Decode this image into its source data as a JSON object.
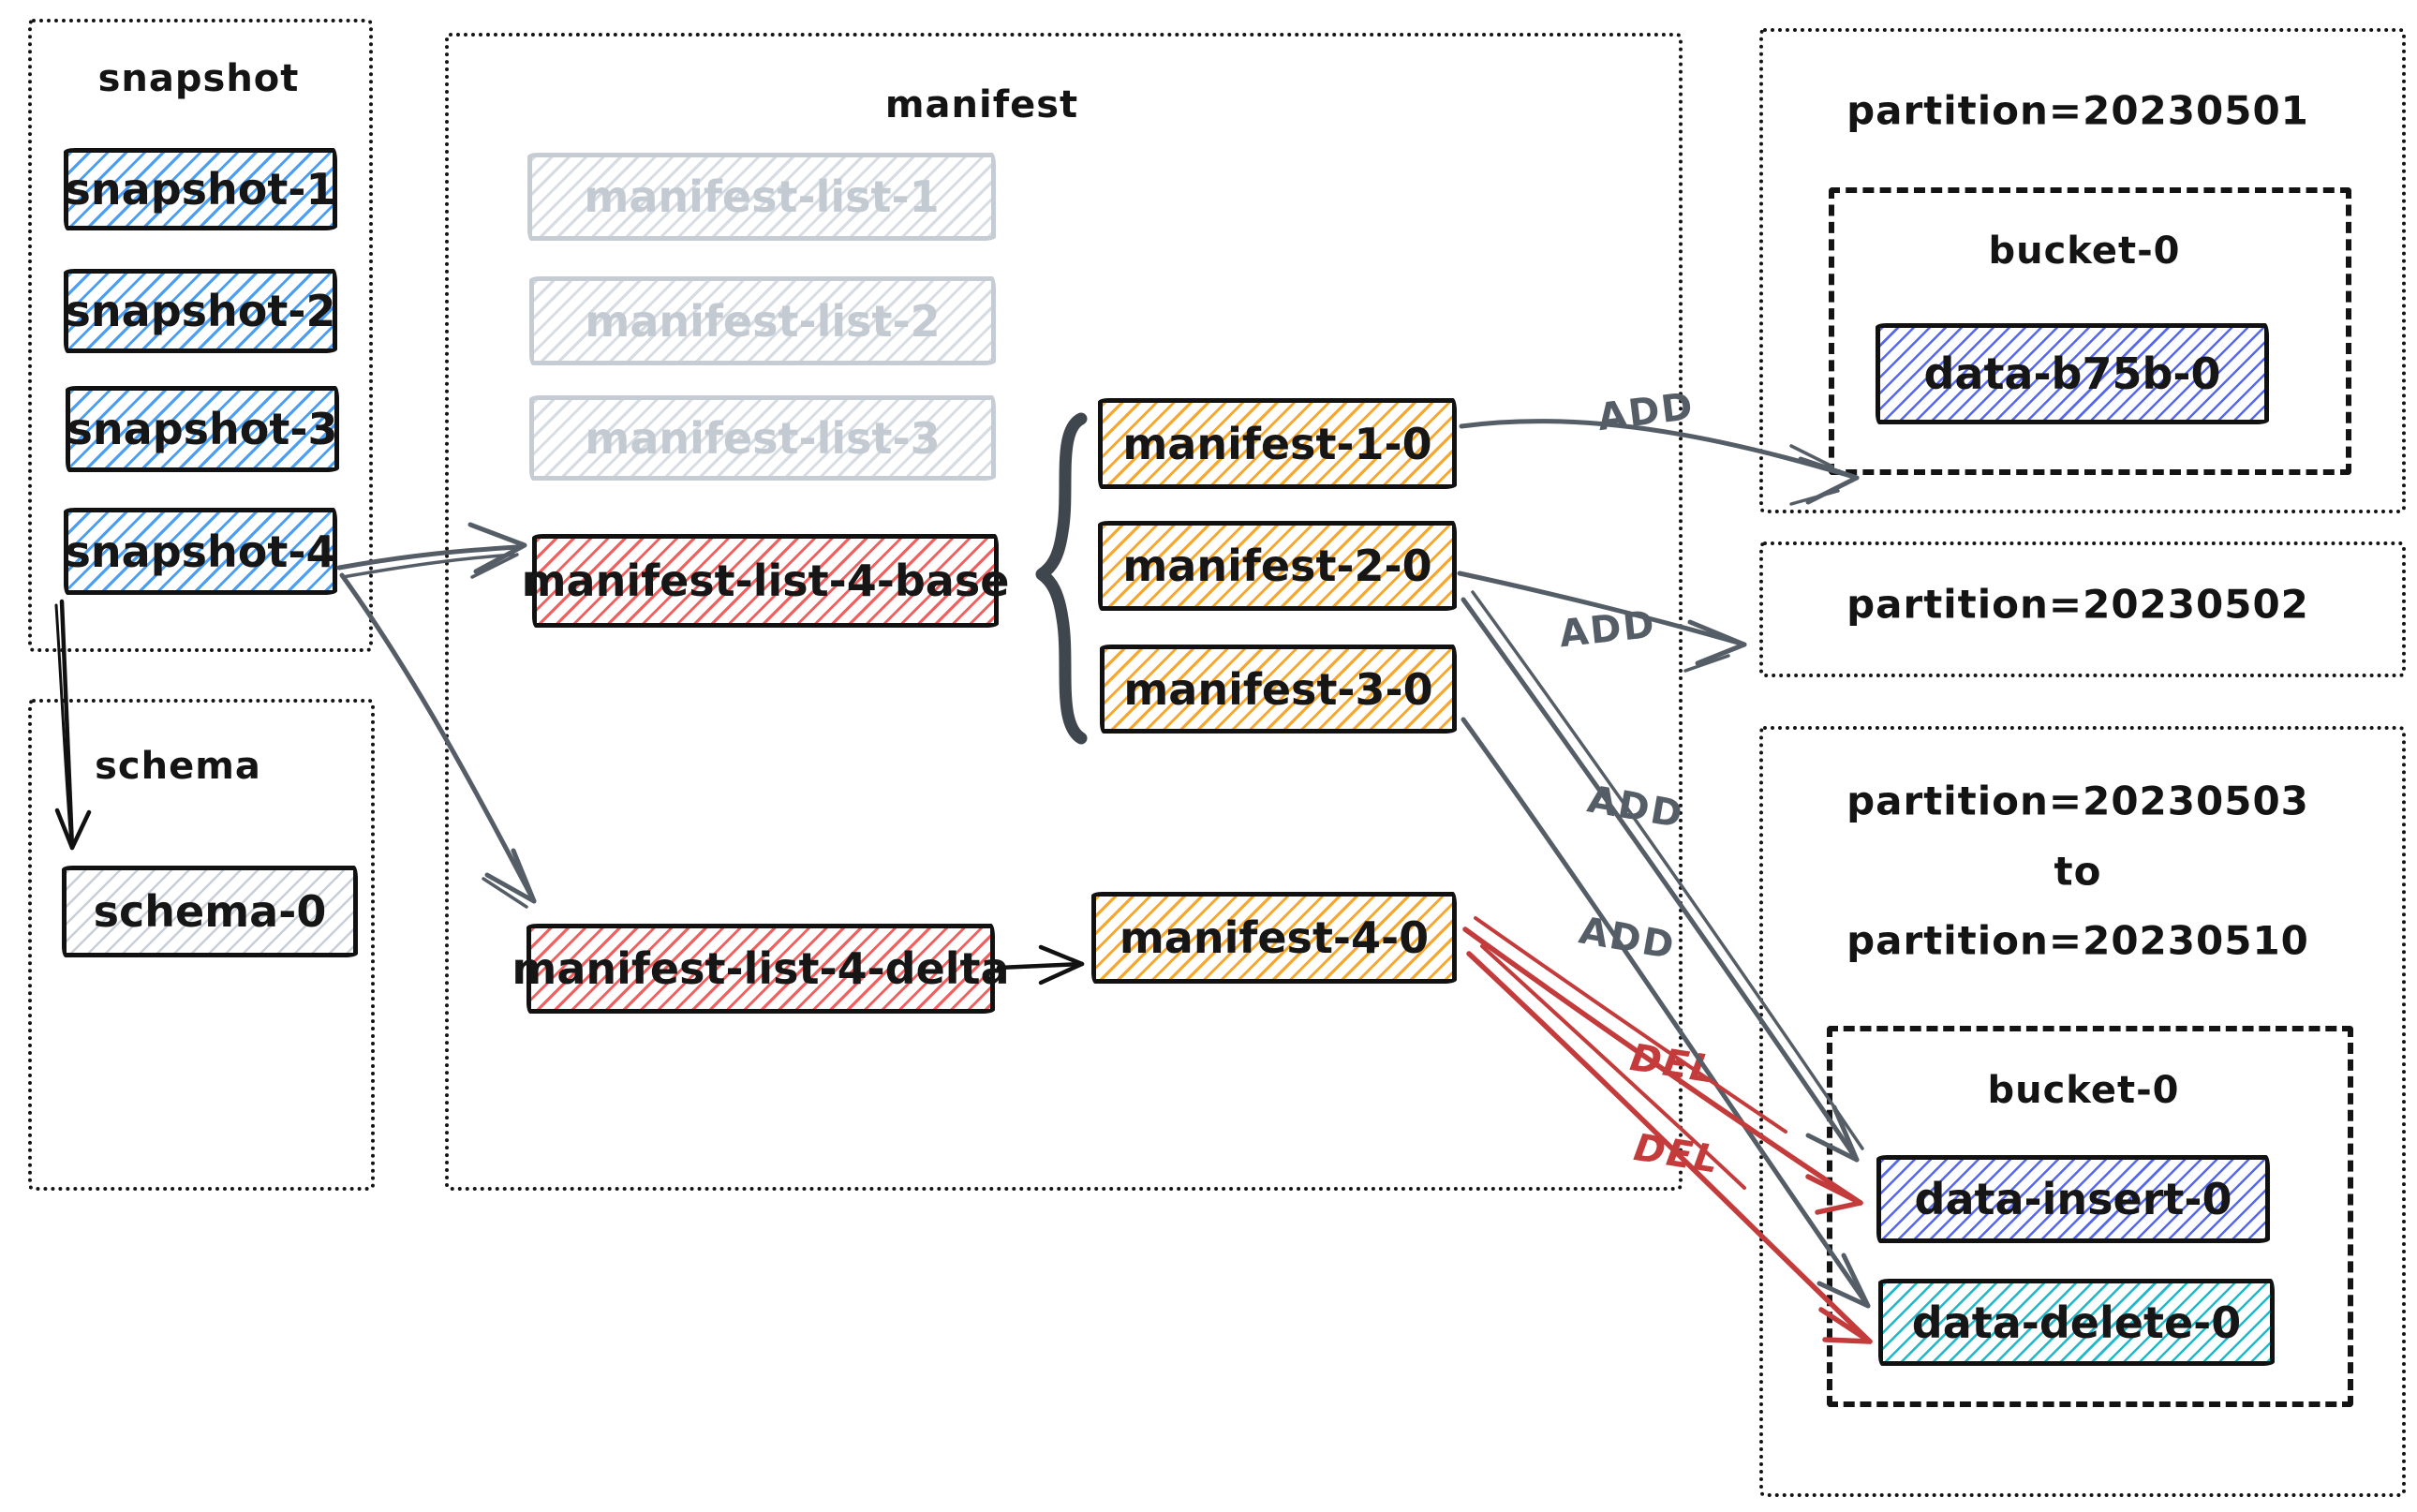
{
  "groups": {
    "snapshot": {
      "title": "snapshot"
    },
    "schema": {
      "title": "schema"
    },
    "manifest": {
      "title": "manifest"
    },
    "partition_20230501": {
      "title": "partition=20230501",
      "bucket_title": "bucket-0"
    },
    "partition_20230502": {
      "title": "partition=20230502"
    },
    "partition_20230503_0510": {
      "line1": "partition=20230503",
      "line2": "to",
      "line3": "partition=20230510",
      "bucket_title": "bucket-0"
    }
  },
  "nodes": {
    "snapshot_1": "snapshot-1",
    "snapshot_2": "snapshot-2",
    "snapshot_3": "snapshot-3",
    "snapshot_4": "snapshot-4",
    "schema_0": "schema-0",
    "manifest_list_1": "manifest-list-1",
    "manifest_list_2": "manifest-list-2",
    "manifest_list_3": "manifest-list-3",
    "manifest_list_4_base": "manifest-list-4-base",
    "manifest_list_4_delta": "manifest-list-4-delta",
    "manifest_1_0": "manifest-1-0",
    "manifest_2_0": "manifest-2-0",
    "manifest_3_0": "manifest-3-0",
    "manifest_4_0": "manifest-4-0",
    "data_b75b_0": "data-b75b-0",
    "data_insert_0": "data-insert-0",
    "data_delete_0": "data-delete-0"
  },
  "edge_labels": {
    "add_1": "ADD",
    "add_2": "ADD",
    "add_3": "ADD",
    "add_4": "ADD",
    "del_1": "DEL",
    "del_2": "DEL"
  },
  "colors": {
    "blue_hatch": "#4a9ff5",
    "faded": "#c6ccd4",
    "red_hatch": "#f25f5f",
    "orange_hatch": "#f7a72c",
    "violet_hatch": "#5668f0",
    "teal_hatch": "#1fb9cc",
    "schema_hatch": "#c9cfd8",
    "arrow_gray": "#555d66",
    "arrow_red": "#c43b3b",
    "ink": "#141414"
  }
}
